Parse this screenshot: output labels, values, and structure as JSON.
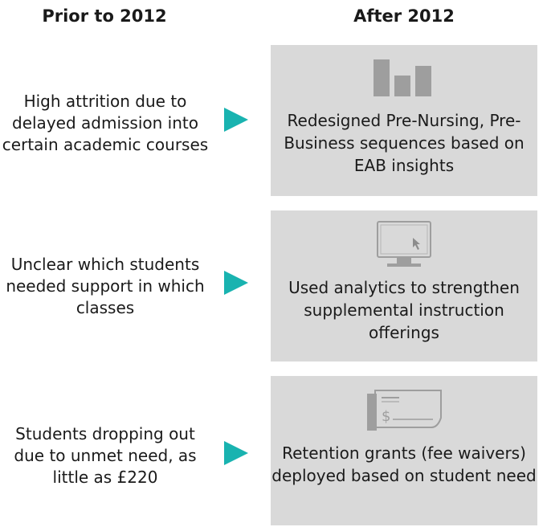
{
  "headers": {
    "before": "Prior to 2012",
    "after": "After 2012"
  },
  "rows": [
    {
      "before": "High attrition due to delayed admission into certain academic courses",
      "after": "Redesigned Pre-Nursing, Pre-Business sequences based on EAB insights",
      "icon": "bar-chart-icon"
    },
    {
      "before": "Unclear which students needed support in which classes",
      "after": "Used analytics to strengthen supplemental instruction offerings",
      "icon": "computer-monitor-icon"
    },
    {
      "before": "Students dropping out due to unmet need, as little as £220",
      "after": "Retention grants (fee waivers) deployed based on student need",
      "icon": "check-icon"
    }
  ],
  "cheque_symbol": "$",
  "colors": {
    "arrow": "#19b3b0",
    "panel": "#d9d9d9",
    "icon": "#9e9e9e"
  }
}
